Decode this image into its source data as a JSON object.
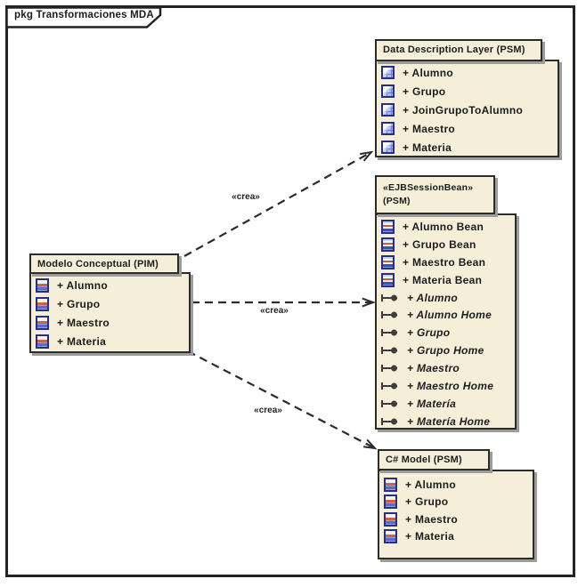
{
  "frame": {
    "title": "pkg Transformaciones MDA"
  },
  "connector_labels": [
    "«crea»",
    "«crea»",
    "«crea»"
  ],
  "packages": {
    "pim": {
      "title": "Modelo Conceptual (PIM)",
      "items": [
        {
          "label": "+ Alumno",
          "icon": "class-icon"
        },
        {
          "label": "+ Grupo",
          "icon": "class-icon"
        },
        {
          "label": "+ Maestro",
          "icon": "class-icon"
        },
        {
          "label": "+ Materia",
          "icon": "class-icon"
        }
      ]
    },
    "ddl": {
      "title": "Data Description Layer (PSM)",
      "items": [
        {
          "label": "+ Alumno",
          "icon": "table-icon"
        },
        {
          "label": "+ Grupo",
          "icon": "table-icon"
        },
        {
          "label": "+ JoinGrupoToAlumno",
          "icon": "table-icon"
        },
        {
          "label": "+ Maestro",
          "icon": "table-icon"
        },
        {
          "label": "+ Materia",
          "icon": "table-icon"
        }
      ]
    },
    "ejb": {
      "title": "«EJBSessionBean»\n(PSM)",
      "items": [
        {
          "label": "+ Alumno Bean",
          "icon": "bean-icon"
        },
        {
          "label": "+ Grupo Bean",
          "icon": "bean-icon"
        },
        {
          "label": "+ Maestro Bean",
          "icon": "bean-icon"
        },
        {
          "label": "+ Materia Bean",
          "icon": "bean-icon"
        },
        {
          "label": "+ Alumno",
          "icon": "interface-icon",
          "italic": true
        },
        {
          "label": "+ Alumno Home",
          "icon": "interface-icon",
          "italic": true
        },
        {
          "label": "+ Grupo",
          "icon": "interface-icon",
          "italic": true
        },
        {
          "label": "+ Grupo Home",
          "icon": "interface-icon",
          "italic": true
        },
        {
          "label": "+ Maestro",
          "icon": "interface-icon",
          "italic": true
        },
        {
          "label": "+ Maestro Home",
          "icon": "interface-icon",
          "italic": true
        },
        {
          "label": "+ Matería",
          "icon": "interface-icon",
          "italic": true
        },
        {
          "label": "+ Matería Home",
          "icon": "interface-icon",
          "italic": true
        }
      ]
    },
    "csharp": {
      "title": "C# Model (PSM)",
      "items": [
        {
          "label": "+ Alumno",
          "icon": "class-icon"
        },
        {
          "label": "+ Grupo",
          "icon": "class-icon"
        },
        {
          "label": "+ Maestro",
          "icon": "class-icon"
        },
        {
          "label": "+ Materia",
          "icon": "class-icon"
        }
      ]
    }
  },
  "colors": {
    "package_fill": "#F5EFDA",
    "border": "#2B2B2B",
    "shadow": "#9C9C9C",
    "icon_navy": "#26307F",
    "icon_blue": "#5B6CC8",
    "icon_orange": "#D2603A",
    "text": "#1C1C1C"
  }
}
